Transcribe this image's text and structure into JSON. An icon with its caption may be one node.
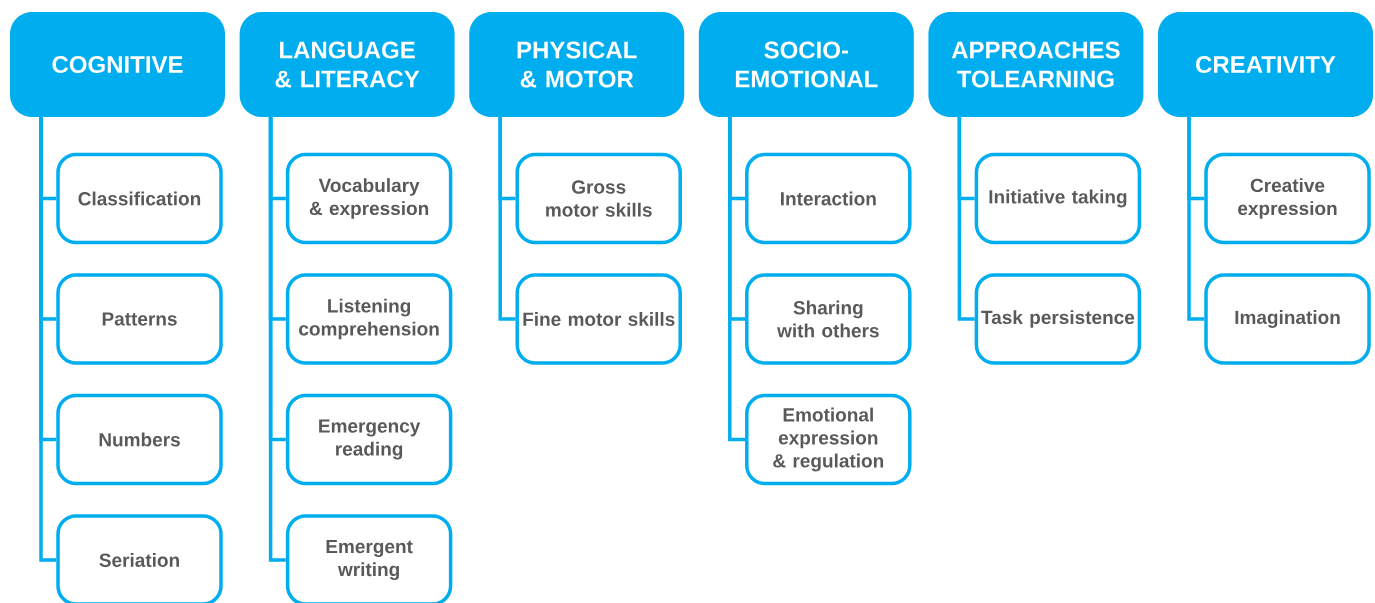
{
  "diagram": {
    "nodes": [
      {
        "text": [
          "COGNITIVE"
        ]
      },
      {
        "text": [
          "Classification"
        ]
      },
      {
        "text": [
          "Patterns"
        ]
      },
      {
        "text": [
          "Numbers"
        ]
      },
      {
        "text": [
          "Seriation"
        ]
      },
      {
        "text": [
          "LANGUAGE & LITERACY"
        ]
      },
      {
        "text": [
          "Vocabulary & expression"
        ]
      },
      {
        "text": [
          "Listening comprehension"
        ]
      },
      {
        "text": [
          "Emergency reading"
        ]
      },
      {
        "text": [
          "Emergent writing"
        ]
      },
      {
        "text": [
          "PHYSICAL & MOTOR"
        ]
      },
      {
        "text": [
          "Gross motor skills"
        ]
      },
      {
        "text": [
          "Fine motor skills"
        ]
      },
      {
        "text": [
          "SOCIO-EMOTIONAL"
        ]
      },
      {
        "text": [
          "Interaction"
        ]
      },
      {
        "text": [
          "Sharing with others"
        ]
      },
      {
        "text": [
          "Emotional expression & regulation"
        ]
      },
      {
        "text": [
          "APPROACHES TOLEARNING"
        ]
      },
      {
        "text": [
          "Initiative taking"
        ]
      },
      {
        "text": [
          "Task persistence"
        ]
      },
      {
        "text": [
          "CREATIVITY"
        ]
      },
      {
        "text": [
          "Creative expression"
        ]
      },
      {
        "text": [
          "Imagination"
        ]
      }
    ],
    "edges": [
      {
        "from": 0,
        "to": 1,
        "arrow": "none"
      },
      {
        "from": 0,
        "to": 2,
        "arrow": "none"
      },
      {
        "from": 0,
        "to": 3,
        "arrow": "none"
      },
      {
        "from": 0,
        "to": 4,
        "arrow": "none"
      },
      {
        "from": 5,
        "to": 6,
        "arrow": "none"
      },
      {
        "from": 5,
        "to": 7,
        "arrow": "none"
      },
      {
        "from": 5,
        "to": 8,
        "arrow": "none"
      },
      {
        "from": 5,
        "to": 9,
        "arrow": "none"
      },
      {
        "from": 10,
        "to": 11,
        "arrow": "none"
      },
      {
        "from": 10,
        "to": 12,
        "arrow": "none"
      },
      {
        "from": 13,
        "to": 14,
        "arrow": "none"
      },
      {
        "from": 13,
        "to": 15,
        "arrow": "none"
      },
      {
        "from": 13,
        "to": 16,
        "arrow": "none"
      },
      {
        "from": 17,
        "to": 18,
        "arrow": "none"
      },
      {
        "from": 17,
        "to": 19,
        "arrow": "none"
      },
      {
        "from": 20,
        "to": 21,
        "arrow": "none"
      },
      {
        "from": 20,
        "to": 22,
        "arrow": "none"
      }
    ]
  }
}
